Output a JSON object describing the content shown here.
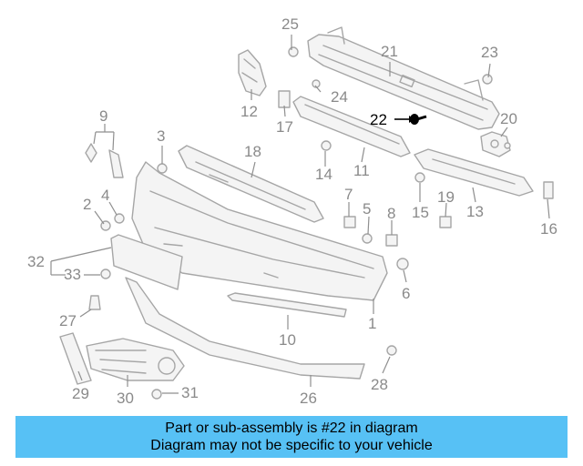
{
  "highlight": {
    "part": "22",
    "color": "#000000"
  },
  "callouts": [
    "1",
    "2",
    "3",
    "4",
    "5",
    "6",
    "7",
    "8",
    "9",
    "10",
    "11",
    "12",
    "13",
    "14",
    "15",
    "16",
    "17",
    "18",
    "19",
    "20",
    "21",
    "22",
    "23",
    "24",
    "25",
    "26",
    "27",
    "28",
    "29",
    "30",
    "31",
    "32",
    "33"
  ],
  "banner": {
    "line1": "Part or sub-assembly is #22 in diagram",
    "line2": "Diagram may not be specific to your vehicle",
    "background": "#57c1f5"
  }
}
